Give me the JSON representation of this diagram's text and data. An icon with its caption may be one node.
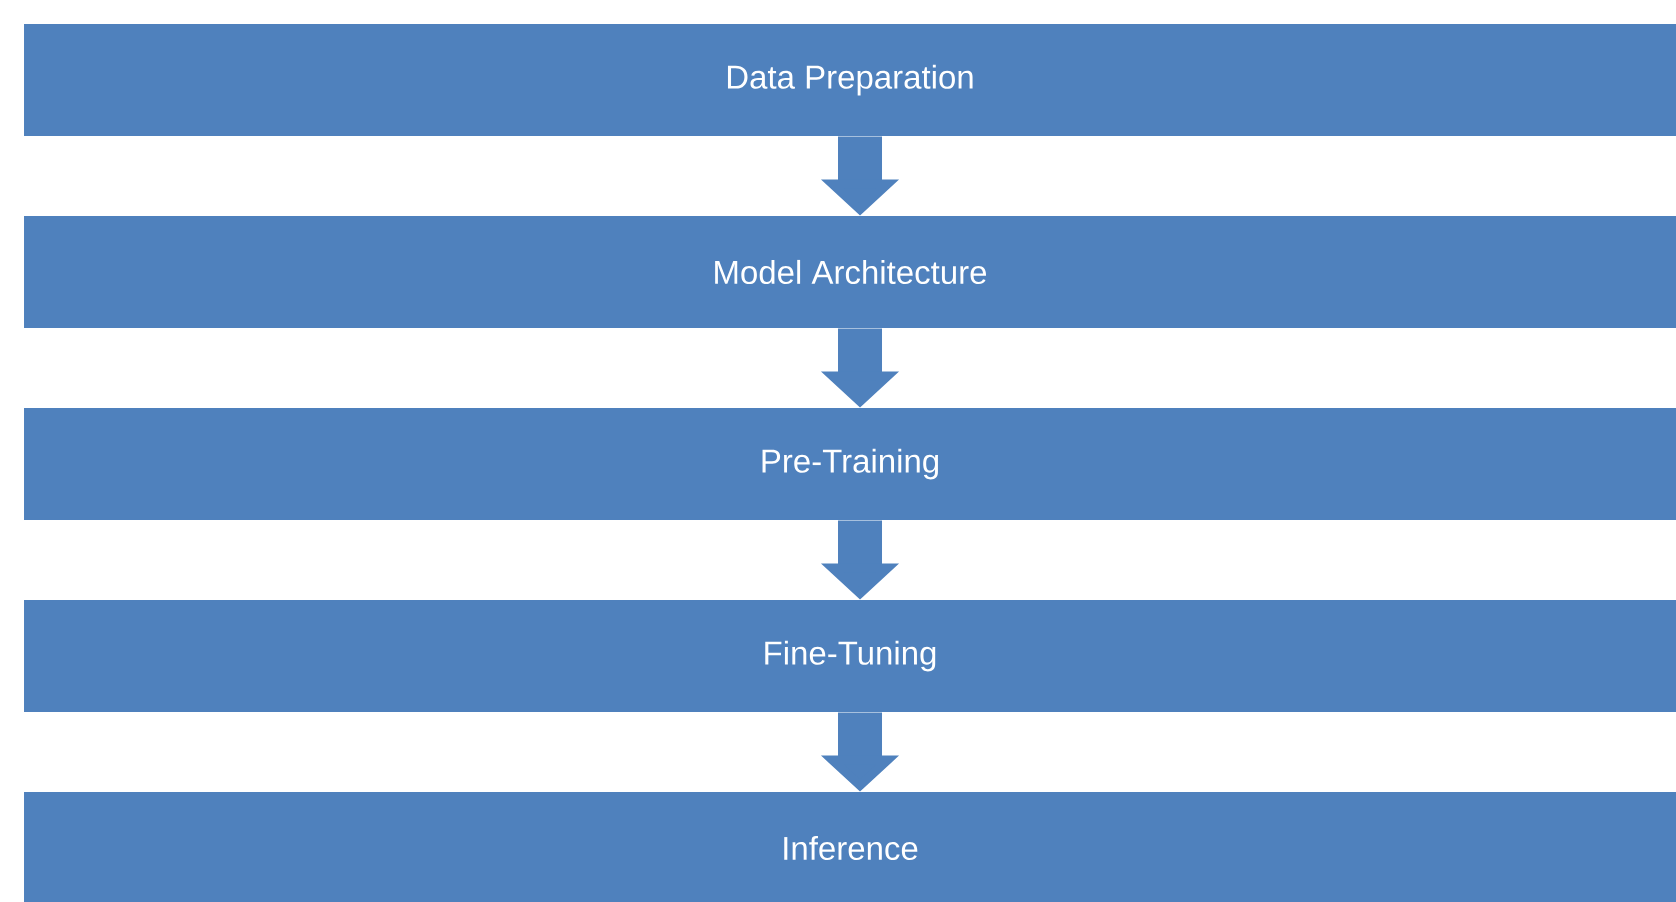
{
  "diagram": {
    "nodes": [
      {
        "text": [
          "Data Preparation"
        ]
      },
      {
        "text": [
          "Model Architecture"
        ]
      },
      {
        "text": [
          "Pre-Training"
        ]
      },
      {
        "text": [
          "Fine-Tuning"
        ]
      },
      {
        "text": [
          "Inference"
        ]
      }
    ],
    "edges": [
      {
        "from": 0,
        "to": 1,
        "arrow": "to"
      },
      {
        "from": 1,
        "to": 2,
        "arrow": "to"
      },
      {
        "from": 2,
        "to": 3,
        "arrow": "to"
      },
      {
        "from": 3,
        "to": 4,
        "arrow": "to"
      }
    ]
  }
}
